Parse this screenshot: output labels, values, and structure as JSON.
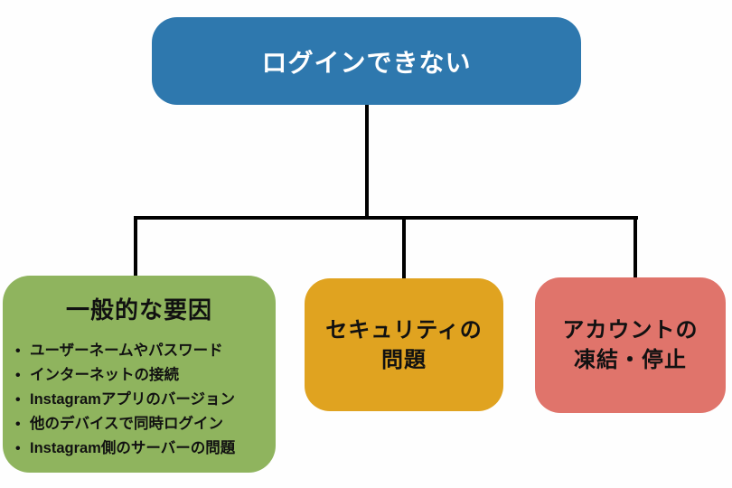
{
  "diagram": {
    "root": {
      "label": "ログインできない",
      "color": "#2e78ae",
      "text_color": "#ffffff"
    },
    "connector_color": "#000000",
    "branches": [
      {
        "id": "general-causes",
        "title": "一般的な要因",
        "color": "#8fb45e",
        "items": [
          "ユーザーネームやパスワード",
          "インターネットの接続",
          "Instagramアプリのバージョン",
          "他のデバイスで同時ログイン",
          "Instagram側のサーバーの問題"
        ]
      },
      {
        "id": "security-issues",
        "title": "セキュリティの問題",
        "title_lines": [
          "セキュリティの",
          "問題"
        ],
        "color": "#e0a320",
        "items": []
      },
      {
        "id": "account-suspension",
        "title": "アカウントの凍結・停止",
        "title_lines": [
          "アカウントの",
          "凍結・停止"
        ],
        "color": "#e0746b",
        "items": []
      }
    ]
  }
}
